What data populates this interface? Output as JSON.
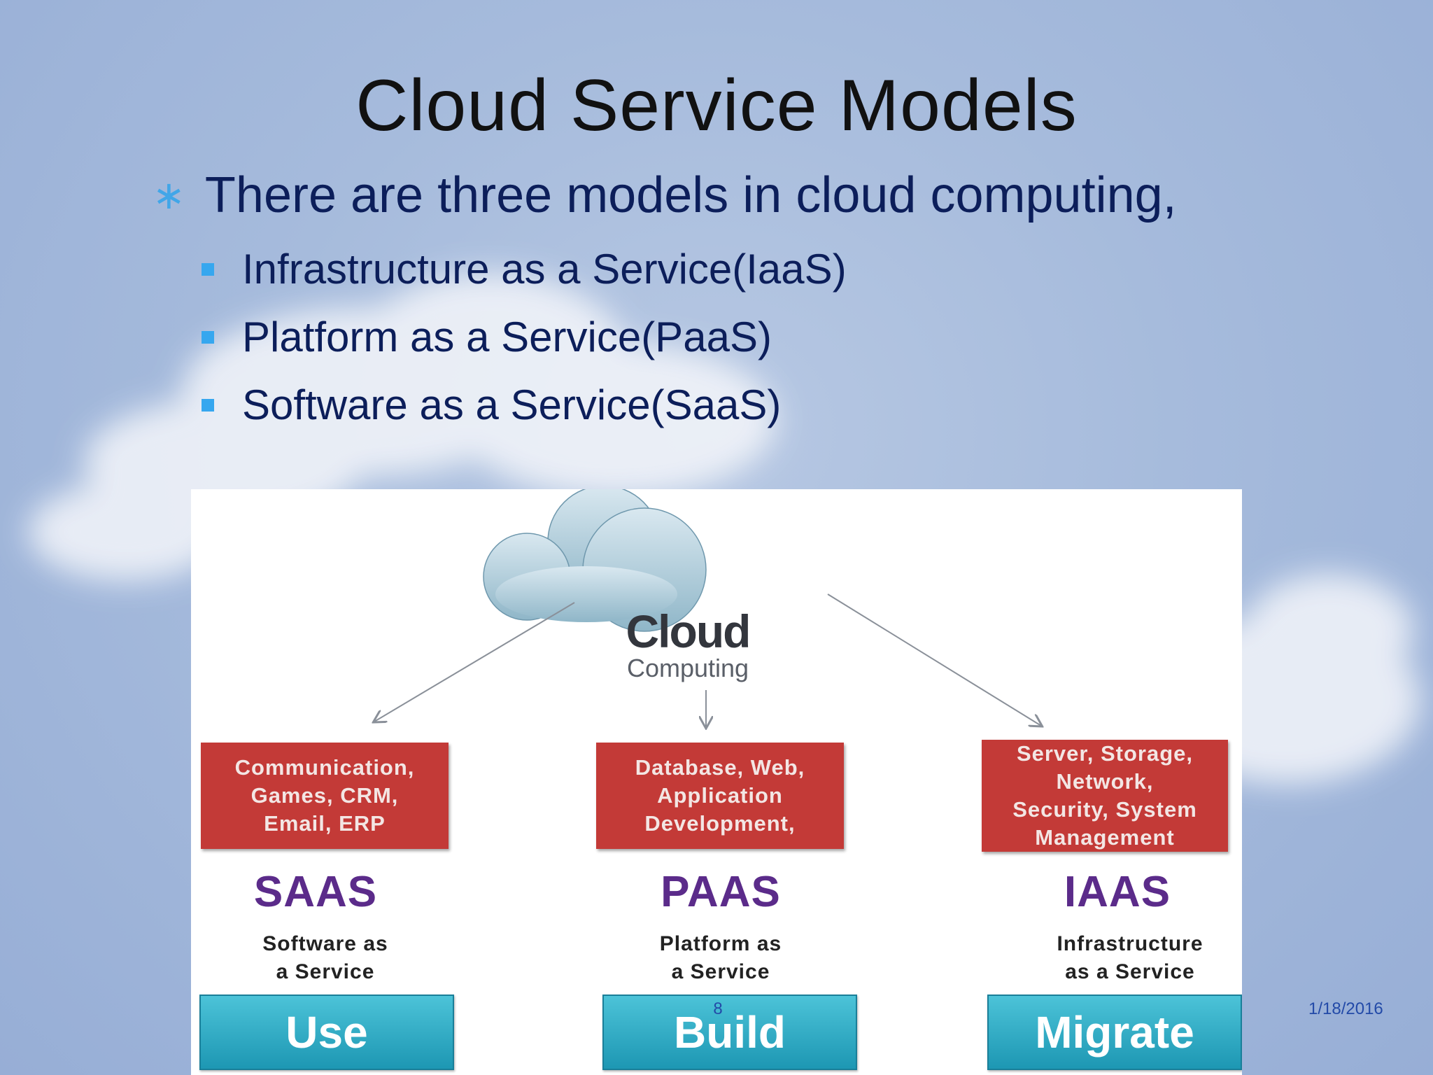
{
  "slide": {
    "title": "Cloud Service Models",
    "bullet": "There are three models in cloud computing,",
    "sub_bullets": [
      "Infrastructure as a Service(IaaS)",
      "Platform as a Service(PaaS)",
      "Software as a Service(SaaS)"
    ],
    "page_number": "8",
    "date": "1/18/2016"
  },
  "diagram": {
    "cloud_title": "Cloud",
    "cloud_subtitle": "Computing",
    "columns": [
      {
        "features": "Communication,\nGames, CRM,\nEmail, ERP",
        "model": "SAAS",
        "model_desc": "Software as\na Service",
        "action": "Use"
      },
      {
        "features": "Database, Web,\nApplication\nDevelopment,",
        "model": "PAAS",
        "model_desc": "Platform as\na Service",
        "action": "Build"
      },
      {
        "features": "Server, Storage,\nNetwork,\nSecurity, System\nManagement",
        "model": "IAAS",
        "model_desc": "Infrastructure\nas a Service",
        "action": "Migrate"
      }
    ]
  },
  "colors": {
    "title": "#111111",
    "bullet_text": "#0c1e5a",
    "bullet_marker": "#36a7ef",
    "feature_box": "#c33a37",
    "model_text": "#5b2b8a",
    "action_button": "#2aaec8"
  }
}
